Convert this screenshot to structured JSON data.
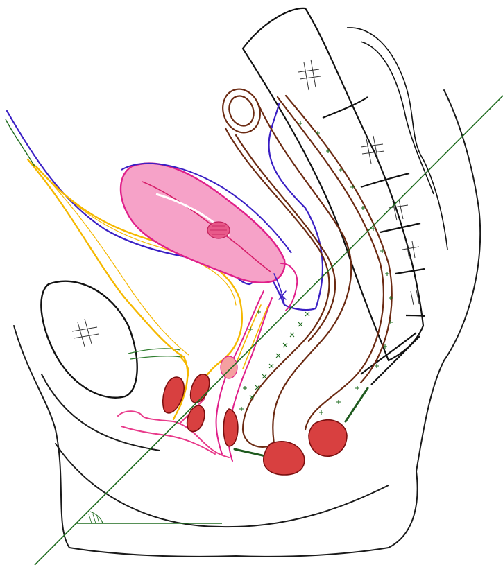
{
  "figure": {
    "kind": "hand-drawn sagittal section of the female pelvis",
    "labels": []
  },
  "colors": {
    "outline": "#1a1a1a",
    "bladder": "#f5b800",
    "bladder_fill": "#fff6cf",
    "peritoneum": "#3a1fc4",
    "uterus_outline": "#e0208a",
    "uterus_fill": "#f6a2c8",
    "rectum": "#6b2a12",
    "muscle_red": "#c81e1e",
    "muscle_fill": "#d84040",
    "axis_green": "#1e6b1e",
    "perineum_pink": "#e83a8a"
  },
  "icons": [
    "pubic-bone-hatching",
    "sacral-vertebra-hatching",
    "angle-arc"
  ]
}
